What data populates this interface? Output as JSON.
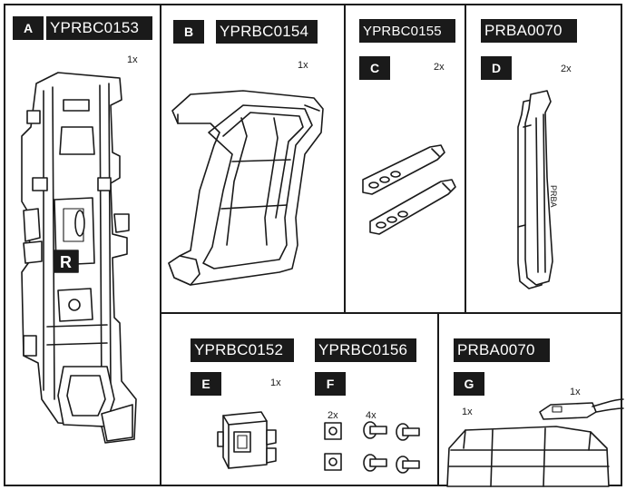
{
  "parts": {
    "A": {
      "letter": "A",
      "code": "YPRBC0153",
      "qty": "1x"
    },
    "B": {
      "letter": "B",
      "code": "YPRBC0154",
      "qty": "1x"
    },
    "C": {
      "letter": "C",
      "code": "YPRBC0155",
      "qty": "2x"
    },
    "D": {
      "letter": "D",
      "code": "PRBA0070",
      "qty": "2x"
    },
    "E": {
      "letter": "E",
      "code": "YPRBC0152",
      "qty": "1x"
    },
    "F": {
      "letter": "F",
      "code": "YPRBC0156",
      "qty_nut": "2x",
      "qty_screw": "4x"
    },
    "G": {
      "letter": "G",
      "code": "PRBA0070",
      "qty_main": "1x",
      "qty_part": "1x"
    }
  },
  "labels": {
    "r_mark": "R",
    "lever_print": "PRBA"
  }
}
